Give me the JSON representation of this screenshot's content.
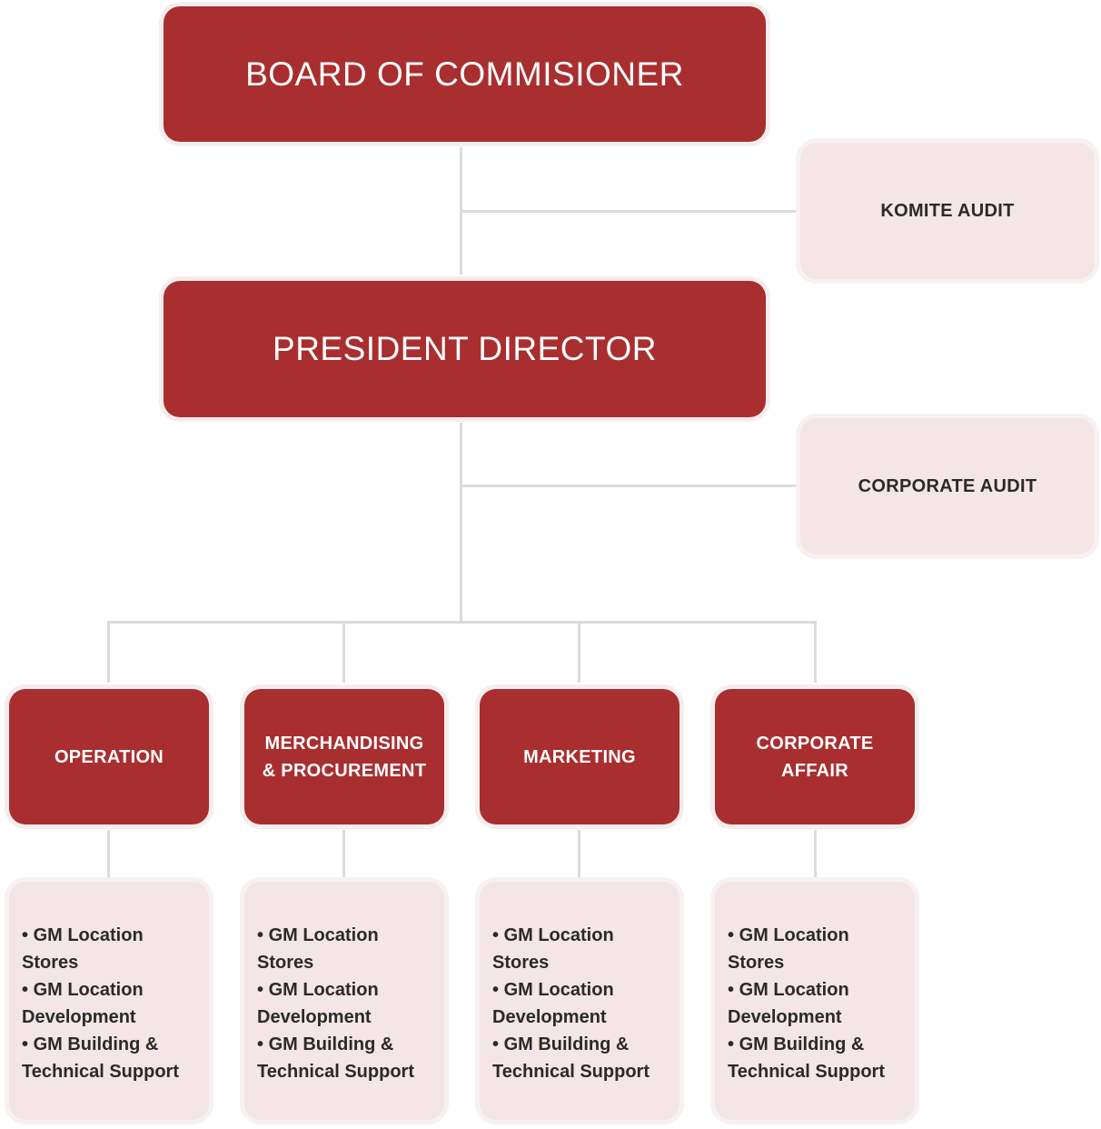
{
  "board": {
    "label": "BOARD OF COMMISIONER"
  },
  "komite_audit": {
    "label": "KOMITE AUDIT"
  },
  "president": {
    "label": "PRESIDENT DIRECTOR"
  },
  "corporate_audit": {
    "label": "CORPORATE AUDIT"
  },
  "departments": [
    {
      "lines": [
        "OPERATION"
      ],
      "items": [
        "GM Location Stores",
        "GM Location Development",
        "GM Building & Technical Support"
      ]
    },
    {
      "lines": [
        "MERCHANDISING",
        "& PROCUREMENT"
      ],
      "items": [
        "GM Location Stores",
        "GM Location Development",
        "GM Building & Technical Support"
      ]
    },
    {
      "lines": [
        "MARKETING"
      ],
      "items": [
        "GM Location Stores",
        "GM Location Development",
        "GM Building & Technical Support"
      ]
    },
    {
      "lines": [
        "CORPORATE",
        "AFFAIR"
      ],
      "items": [
        "GM Location Stores",
        "GM Location Development",
        "GM Building & Technical Support"
      ]
    }
  ],
  "colors": {
    "primary_box": "#a92e2f",
    "secondary_box": "#f4e5e6",
    "connector": "#dcdcdc"
  }
}
